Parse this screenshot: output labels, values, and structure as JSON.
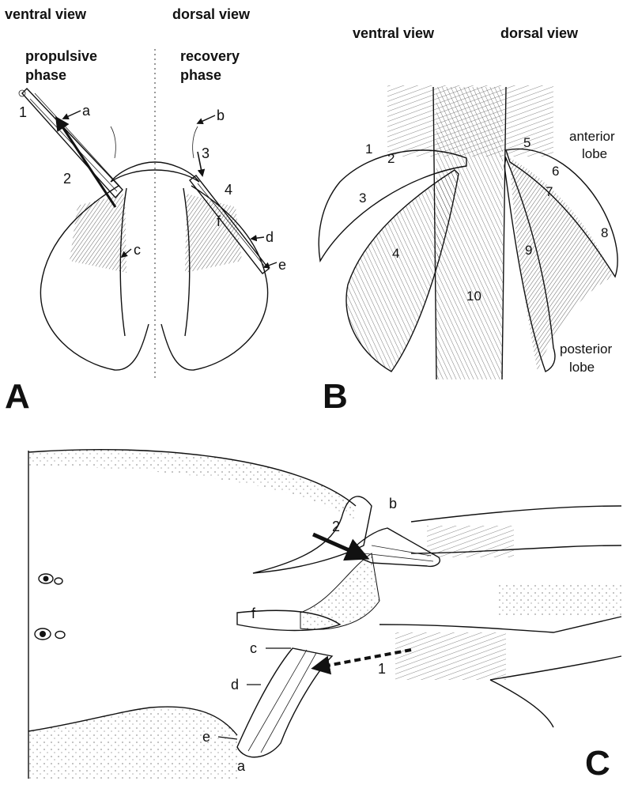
{
  "panel_a": {
    "header_left": "ventral view",
    "header_right": "dorsal view",
    "phase_left_line1": "propulsive",
    "phase_left_line2": "phase",
    "phase_right_line1": "recovery",
    "phase_right_line2": "phase",
    "labels": {
      "n1": "1",
      "n2": "2",
      "n3": "3",
      "n4": "4",
      "a": "a",
      "b": "b",
      "c": "c",
      "d": "d",
      "e": "e",
      "f": "f"
    },
    "panel_letter": "A"
  },
  "panel_b": {
    "header_left": "ventral view",
    "header_right": "dorsal view",
    "anterior_line1": "anterior",
    "anterior_line2": "lobe",
    "posterior_line1": "posterior",
    "posterior_line2": "lobe",
    "numbers": [
      "1",
      "2",
      "3",
      "4",
      "5",
      "6",
      "7",
      "8",
      "9",
      "10"
    ],
    "panel_letter": "B"
  },
  "panel_c": {
    "labels": {
      "n1": "1",
      "n2": "2",
      "a": "a",
      "b": "b",
      "c": "c",
      "d": "d",
      "e": "e",
      "f": "f"
    },
    "panel_letter": "C"
  }
}
